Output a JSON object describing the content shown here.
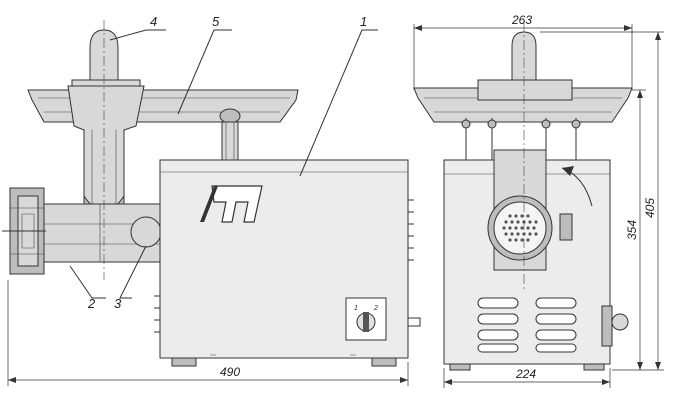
{
  "dimensions": {
    "total_length": "490",
    "side_width": "263",
    "base_width": "224",
    "total_height": "405",
    "body_height": "354"
  },
  "callouts": {
    "c1": "1",
    "c2": "2",
    "c3": "3",
    "c4": "4",
    "c5": "5"
  },
  "switch": {
    "pos1": "1",
    "pos2": "2"
  }
}
